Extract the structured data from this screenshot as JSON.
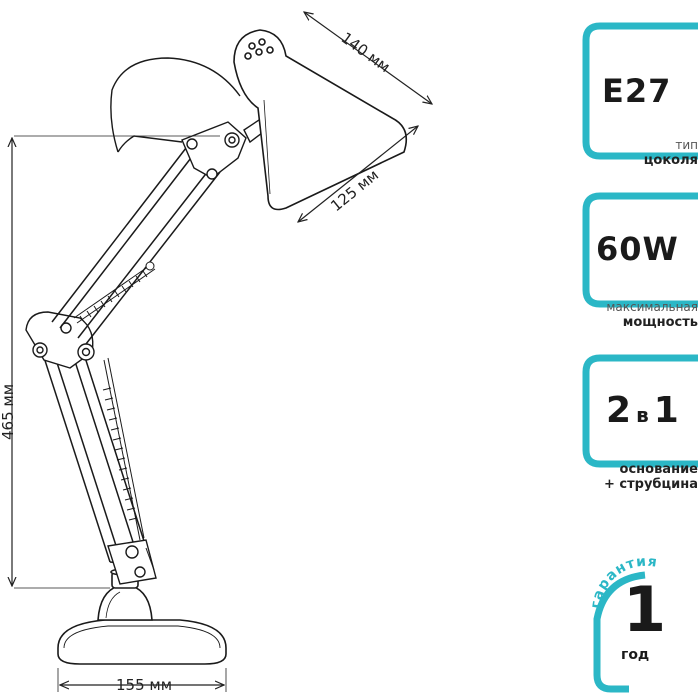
{
  "dimensions": {
    "shade_length": "140 мм",
    "shade_diameter": "125 мм",
    "height": "465 мм",
    "base_width": "155 мм"
  },
  "badges": [
    {
      "value": "E27",
      "caption_line1": "тип",
      "caption_line2": "цоколя"
    },
    {
      "value": "60W",
      "caption_line1": "максимальная",
      "caption_line2": "мощность"
    },
    {
      "value_main": "2",
      "value_mid": "в",
      "value_end": "1",
      "caption_line1": "основание",
      "caption_line2": "+ струбцина"
    }
  ],
  "warranty": {
    "arc_text": "гарантия",
    "years": "1",
    "unit": "год"
  },
  "colors": {
    "accent": "#2bb7c6",
    "line": "#1a1a1a",
    "text": "#222222"
  }
}
